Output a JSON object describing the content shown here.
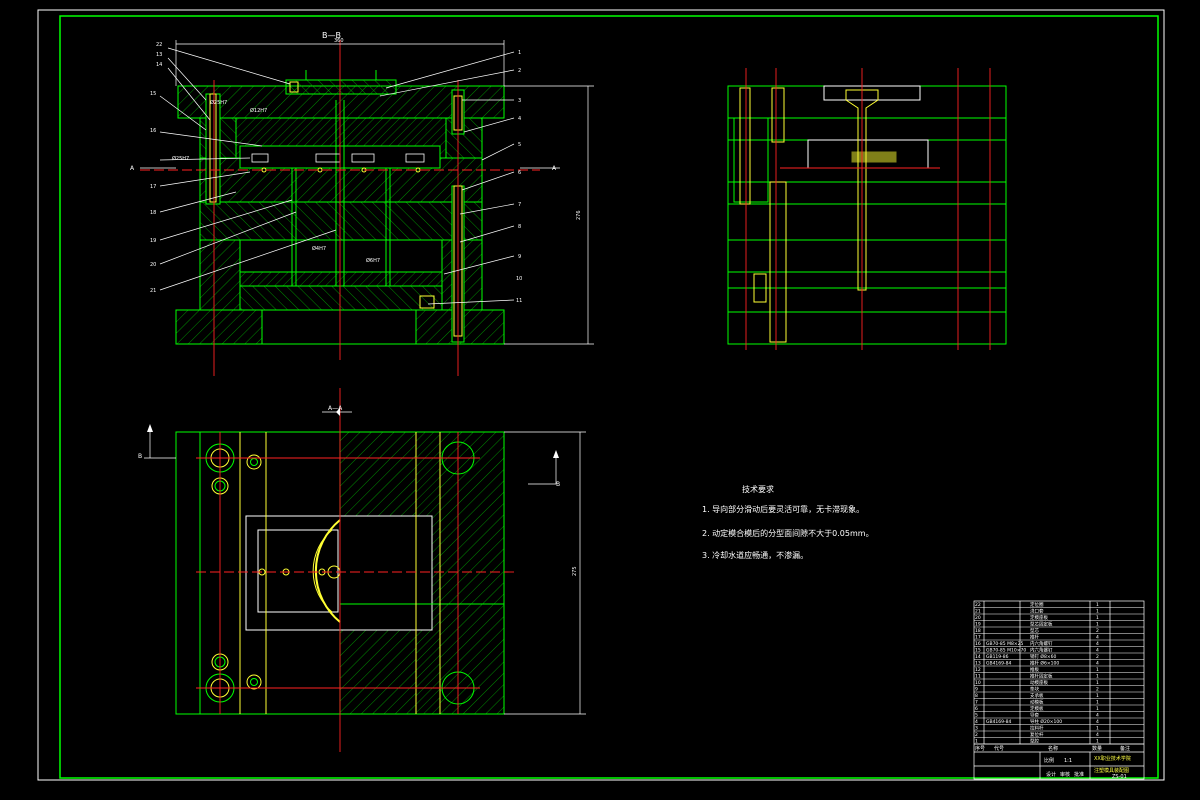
{
  "section_labels": {
    "bb": "B—B",
    "aa": "A—A",
    "a_left": "A",
    "a_right": "A",
    "b_left": "B",
    "b_right": "B"
  },
  "dimensions": {
    "top_width": "360",
    "right_height": "276",
    "plan_height": "275"
  },
  "part_callouts": [
    "22",
    "13",
    "14",
    "15",
    "16",
    "17",
    "18",
    "19",
    "20",
    "21",
    "1",
    "2",
    "3",
    "4",
    "5",
    "6",
    "7",
    "8",
    "9",
    "10",
    "11"
  ],
  "tolerance_notes": {
    "n1": "Ø25H7",
    "n2": "Ø12H7",
    "n3": "Ø25H7",
    "n4": "Ø4H7",
    "n5": "Ø6H7"
  },
  "tech_requirements": {
    "title": "技术要求",
    "items": [
      "1.  导向部分滑动后要灵活可靠，无卡滞现象。",
      "2.  动定模合模后的分型面间隙不大于0.05mm。",
      "3.  冷却水道应畅通，不渗漏。"
    ]
  },
  "title_block": {
    "rows": [
      {
        "no": "22",
        "code": "",
        "name": "定位圈",
        "qty": "1"
      },
      {
        "no": "21",
        "code": "",
        "name": "浇口套",
        "qty": "1"
      },
      {
        "no": "20",
        "code": "",
        "name": "定模座板",
        "qty": "1"
      },
      {
        "no": "19",
        "code": "",
        "name": "型芯固定板",
        "qty": "1"
      },
      {
        "no": "18",
        "code": "",
        "name": "型芯",
        "qty": "2"
      },
      {
        "no": "17",
        "code": "",
        "name": "推杆",
        "qty": "4"
      },
      {
        "no": "16",
        "code": "GB70-85 M8×25",
        "name": "内六角螺钉",
        "qty": "4"
      },
      {
        "no": "15",
        "code": "GB70-85 M10×70",
        "name": "内六角螺钉",
        "qty": "4"
      },
      {
        "no": "14",
        "code": "GB119-86",
        "name": "销钉 Ø8×60",
        "qty": "2"
      },
      {
        "no": "13",
        "code": "GB4169-84",
        "name": "推杆 Ø6×100",
        "qty": "4"
      },
      {
        "no": "12",
        "code": "",
        "name": "推板",
        "qty": "1"
      },
      {
        "no": "11",
        "code": "",
        "name": "推杆固定板",
        "qty": "1"
      },
      {
        "no": "10",
        "code": "",
        "name": "动模座板",
        "qty": "1"
      },
      {
        "no": "9",
        "code": "",
        "name": "垫块",
        "qty": "2"
      },
      {
        "no": "8",
        "code": "",
        "name": "支承板",
        "qty": "1"
      },
      {
        "no": "7",
        "code": "",
        "name": "动模板",
        "qty": "1"
      },
      {
        "no": "6",
        "code": "",
        "name": "定模板",
        "qty": "1"
      },
      {
        "no": "5",
        "code": "",
        "name": "导套",
        "qty": "4"
      },
      {
        "no": "4",
        "code": "GB4169-84",
        "name": "导柱 Ø20×100",
        "qty": "4"
      },
      {
        "no": "3",
        "code": "",
        "name": "拉料杆",
        "qty": "1"
      },
      {
        "no": "2",
        "code": "",
        "name": "复位杆",
        "qty": "4"
      },
      {
        "no": "1",
        "code": "",
        "name": "型腔",
        "qty": "1"
      }
    ],
    "header": {
      "no": "序号",
      "code": "代号",
      "name": "名称",
      "qty": "数量",
      "note": "备注"
    },
    "school": "XX职业技术学院",
    "drawing_name": "注塑模具装配图",
    "scale_label": "比例",
    "scale": "1:1",
    "drawing_no": "ZS-01",
    "design_label": "设计",
    "check_label": "审核",
    "approve_label": "批准"
  },
  "colors": {
    "outline": "#00ff00",
    "hatch": "#00cc00",
    "center": "#ff2222",
    "accent": "#ffff33",
    "dim": "#ffffff"
  }
}
